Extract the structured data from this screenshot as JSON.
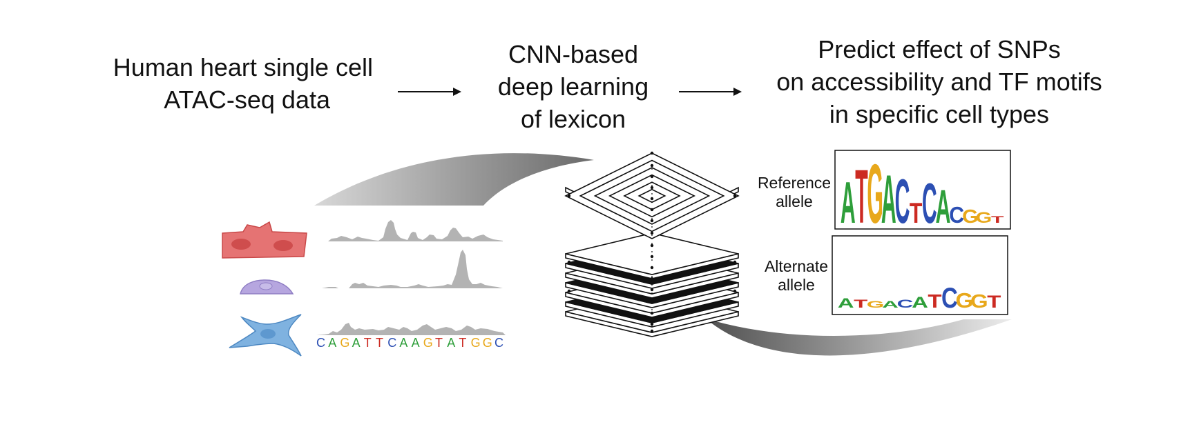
{
  "steps": {
    "step1": {
      "lines": [
        "Human heart single cell",
        "ATAC-seq data"
      ]
    },
    "step2": {
      "lines": [
        "CNN-based",
        "deep learning",
        "of lexicon"
      ]
    },
    "step3": {
      "lines": [
        "Predict effect of SNPs",
        "on accessibility and TF motifs",
        "in specific cell types"
      ]
    }
  },
  "motif_labels": {
    "reference": [
      "Reference",
      "allele"
    ],
    "alternate": [
      "Alternate",
      "allele"
    ]
  },
  "dna_sequence": [
    "C",
    "A",
    "G",
    "A",
    "T",
    "T",
    "C",
    "A",
    "A",
    "G",
    "T",
    "A",
    "T",
    "G",
    "G",
    "C"
  ],
  "reference_logo": [
    "A",
    "T",
    "G",
    "A",
    "C",
    "T",
    "C",
    "A",
    "C",
    "G",
    "G",
    "T"
  ],
  "alternate_logo": [
    "A",
    "T",
    "G",
    "A",
    "C",
    "A",
    "T",
    "C",
    "G",
    "G",
    "T"
  ],
  "colors": {
    "A": "#2e9e3a",
    "C": "#2c4fb3",
    "G": "#e8a81b",
    "T": "#cc2a22",
    "cardiomyocyte": "#e57373",
    "small_cell": "#b6a6df",
    "fibroblast": "#7fb2e0",
    "track": "#b3b3b3"
  }
}
